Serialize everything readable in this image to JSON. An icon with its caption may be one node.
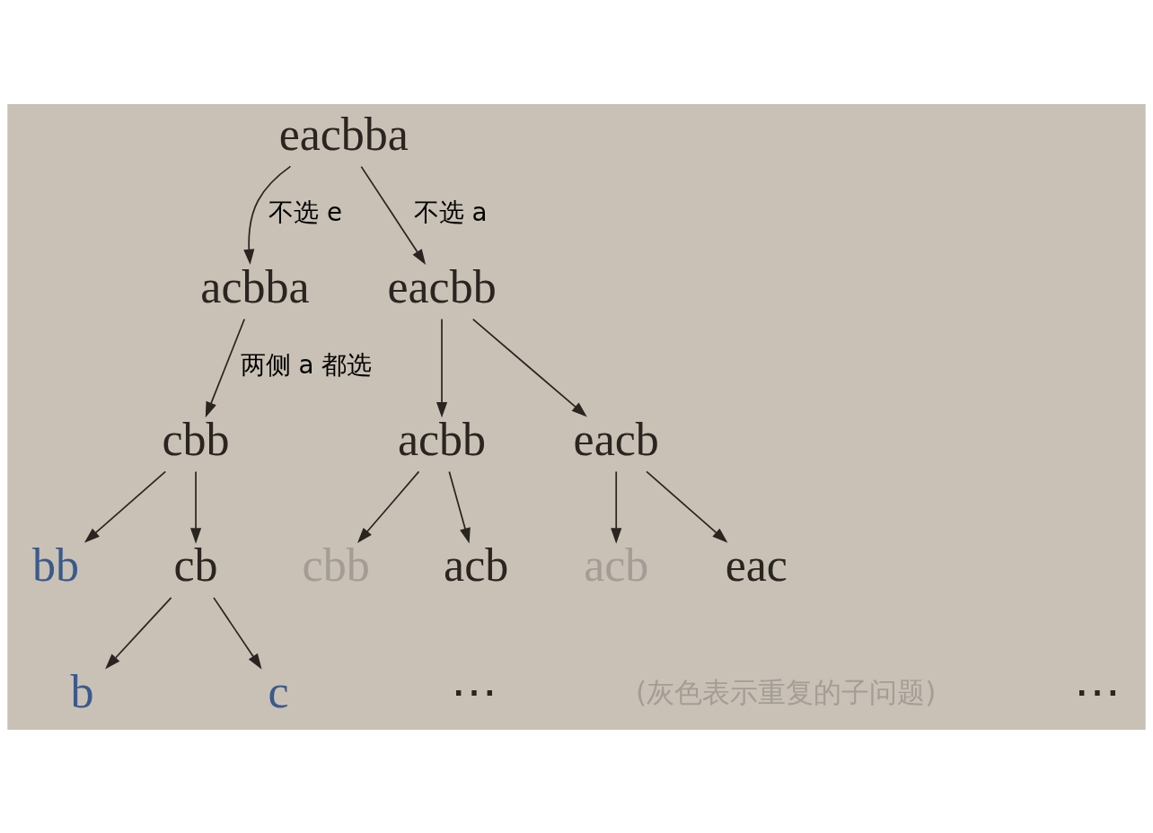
{
  "diagram": {
    "nodes": [
      {
        "text": [
          "eacbba"
        ]
      },
      {
        "text": [
          "acbba"
        ]
      },
      {
        "text": [
          "eacbb"
        ]
      },
      {
        "text": [
          "cbb"
        ]
      },
      {
        "text": [
          "acbb"
        ]
      },
      {
        "text": [
          "eacb"
        ]
      },
      {
        "text": [
          "bb"
        ]
      },
      {
        "text": [
          "cb"
        ]
      },
      {
        "text": [
          "cbb"
        ]
      },
      {
        "text": [
          "acb"
        ]
      },
      {
        "text": [
          "acb"
        ]
      },
      {
        "text": [
          "eac"
        ]
      },
      {
        "text": [
          "b"
        ]
      },
      {
        "text": [
          "c"
        ]
      }
    ],
    "edges": [
      {
        "from": 0,
        "to": 1,
        "arrow": "to",
        "label": "不选 e"
      },
      {
        "from": 0,
        "to": 2,
        "arrow": "to",
        "label": "不选 a"
      },
      {
        "from": 1,
        "to": 3,
        "arrow": "to",
        "label": "两侧 a 都选"
      },
      {
        "from": 2,
        "to": 4,
        "arrow": "to"
      },
      {
        "from": 2,
        "to": 5,
        "arrow": "to"
      },
      {
        "from": 3,
        "to": 6,
        "arrow": "to"
      },
      {
        "from": 3,
        "to": 7,
        "arrow": "to"
      },
      {
        "from": 4,
        "to": 8,
        "arrow": "to"
      },
      {
        "from": 4,
        "to": 9,
        "arrow": "to"
      },
      {
        "from": 5,
        "to": 10,
        "arrow": "to"
      },
      {
        "from": 5,
        "to": 11,
        "arrow": "to"
      },
      {
        "from": 7,
        "to": 12,
        "arrow": "to"
      },
      {
        "from": 7,
        "to": 13,
        "arrow": "to"
      }
    ],
    "labels": [
      "(灰色表示重复的子问题)",
      "⋯",
      "⋯"
    ]
  }
}
